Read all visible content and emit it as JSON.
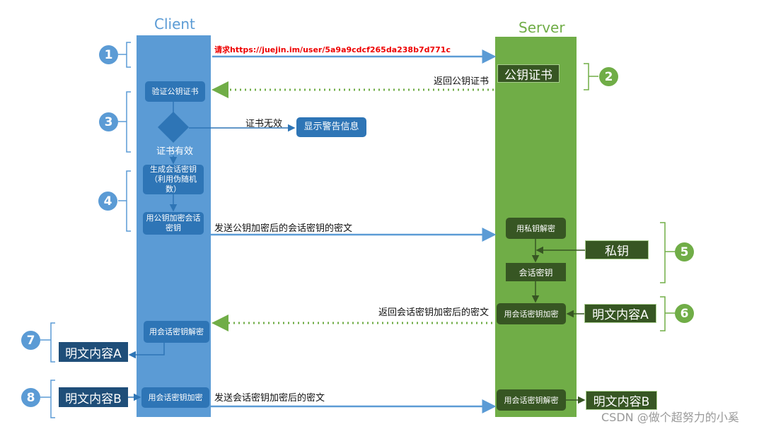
{
  "client": {
    "title": "Client",
    "color": "#5b9bd5"
  },
  "server": {
    "title": "Server",
    "color": "#70ad47"
  },
  "steps": [
    "1",
    "2",
    "3",
    "4",
    "5",
    "6",
    "7",
    "8"
  ],
  "request_label": "请求https://juejin.im/user/5a9a9cdcf265da238b7d771c",
  "server_cert": "公钥证书",
  "return_cert_label": "返回公钥证书",
  "verify_cert": "验证公钥证书",
  "cert_invalid": "证书无效",
  "show_warning": "显示警告信息",
  "cert_valid": "证书有效",
  "gen_session_key": "生成会话密钥（利用伪随机数）",
  "encrypt_with_pubkey": "用公钥加密会话密钥",
  "send_encrypted_key_label": "发送公钥加密后的会话密钥的密文",
  "decrypt_with_private": "用私钥解密",
  "private_key": "私钥",
  "session_key": "会话密钥",
  "server_encrypt_session": "用会话密钥加密",
  "plaintext_a": "明文内容A",
  "return_encrypted_label": "返回会话密钥加密后的密文",
  "client_decrypt_session": "用会话密钥解密",
  "client_plaintext_a": "明文内容A",
  "plaintext_b": "明文内容B",
  "client_encrypt_session": "用会话密钥加密",
  "send_session_encrypted_label": "发送会话密钥加密后的密文",
  "server_decrypt_session": "用会话密钥解密",
  "server_plaintext_b": "明文内容B",
  "watermark": "CSDN @做个超努力的小奚"
}
